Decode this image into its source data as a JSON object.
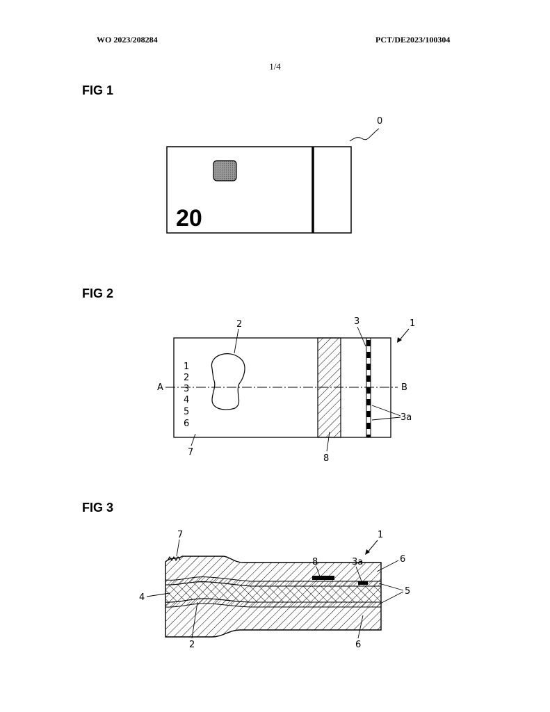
{
  "header": {
    "publication_number": "WO 2023/208284",
    "application_number": "PCT/DE2023/100304",
    "sheet": "1/4"
  },
  "figures": [
    {
      "label": "FIG 1",
      "denomination": "20",
      "refs": {
        "item": "0"
      }
    },
    {
      "label": "FIG 2",
      "refs": {
        "item": "1",
        "window": "2",
        "thread": "3",
        "thread_marks": "3a",
        "stripe": "8",
        "edge": "7",
        "layer_list": [
          "1",
          "2",
          "3",
          "4",
          "5",
          "6"
        ],
        "section_start": "A",
        "section_end": "B"
      }
    },
    {
      "label": "FIG 3",
      "refs": {
        "edge": "7",
        "stripe": "8",
        "thread_marks": "3a",
        "item": "1",
        "outer_top": "6",
        "inner": "5",
        "core_left": "4",
        "window": "2",
        "outer_bottom": "6"
      }
    }
  ]
}
